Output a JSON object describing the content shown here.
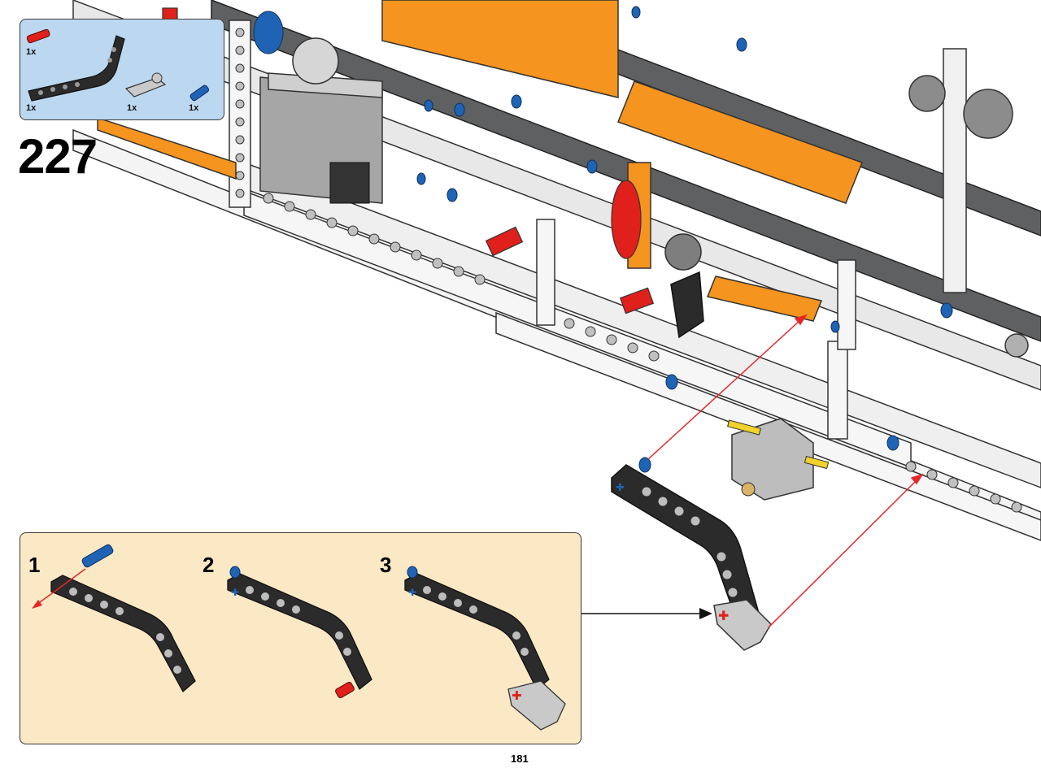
{
  "step": {
    "number": "227"
  },
  "parts_list": {
    "items": [
      {
        "part": "red-axle-pin",
        "qty": "1x"
      },
      {
        "part": "black-angled-beam",
        "qty": "1x"
      },
      {
        "part": "gray-steering-arm",
        "qty": "1x"
      },
      {
        "part": "blue-axle-pin",
        "qty": "1x"
      }
    ]
  },
  "substeps": {
    "items": [
      {
        "number": "1"
      },
      {
        "number": "2"
      },
      {
        "number": "3"
      }
    ]
  },
  "colors": {
    "parts_bg": "#bcd8f0",
    "substep_bg": "#fbe9c6",
    "orange": "#f5941f",
    "dark_gray": "#5f6062",
    "black_beam": "#2b2b2b",
    "light_gray": "#c9c9c9",
    "blue": "#1f64b4",
    "red": "#e0201b",
    "arrow_red": "#e8262a"
  },
  "footer": {
    "page_number": "181"
  }
}
